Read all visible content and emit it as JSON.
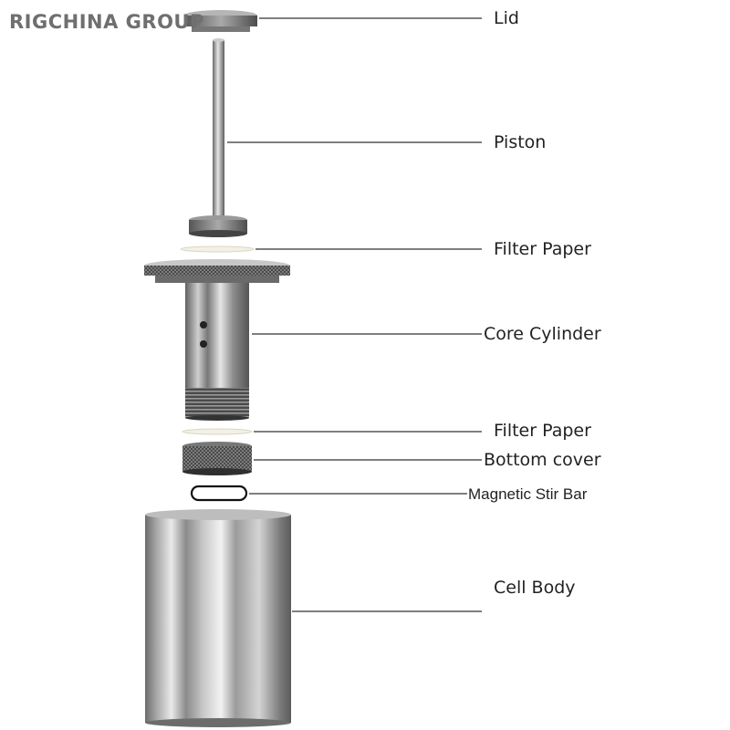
{
  "watermark": "RIGCHINA GROUP",
  "labels": {
    "lid": "Lid",
    "piston": "Piston",
    "filter_paper_top": "Filter Paper",
    "core_cylinder": "Core Cylinder",
    "filter_paper_bottom": "Filter Paper",
    "bottom_cover": "Bottom cover",
    "magnetic_stir_bar": "Magnetic Stir Bar",
    "cell_body": "Cell Body"
  },
  "colors": {
    "metal_dark": "#5a5a5a",
    "metal_mid": "#9a9a9a",
    "metal_light": "#e2e2e2",
    "leader_line": "#555555",
    "text": "#222222"
  }
}
